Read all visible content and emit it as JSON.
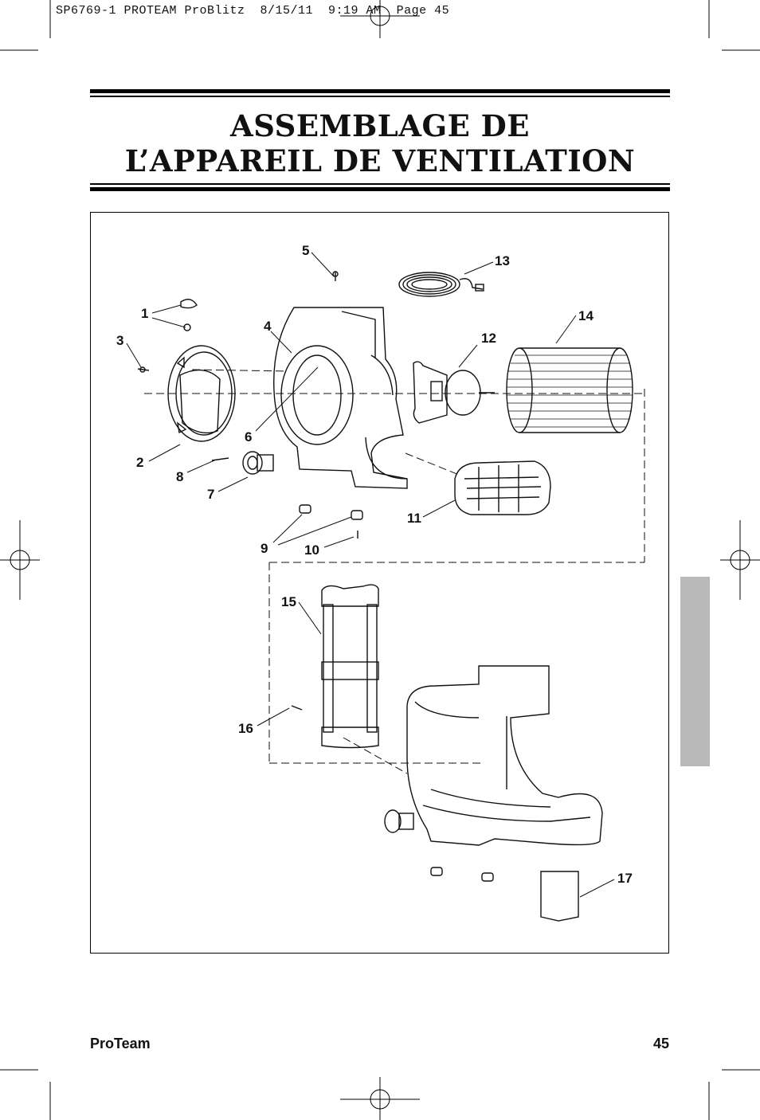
{
  "slug_line": "SP6769-1 PROTEAM ProBlitz  8/15/11  9:19 AM  Page 45",
  "title": {
    "line1": "ASSEMBLAGE DE",
    "line2": "L’APPAREIL DE VENTILATION"
  },
  "callouts": [
    "1",
    "2",
    "3",
    "4",
    "5",
    "6",
    "7",
    "8",
    "9",
    "10",
    "11",
    "12",
    "13",
    "14",
    "15",
    "16",
    "17"
  ],
  "footer": {
    "brand": "ProTeam",
    "page_number": "45"
  },
  "colors": {
    "ink": "#111111",
    "side_tab": "#b9b9b9"
  }
}
